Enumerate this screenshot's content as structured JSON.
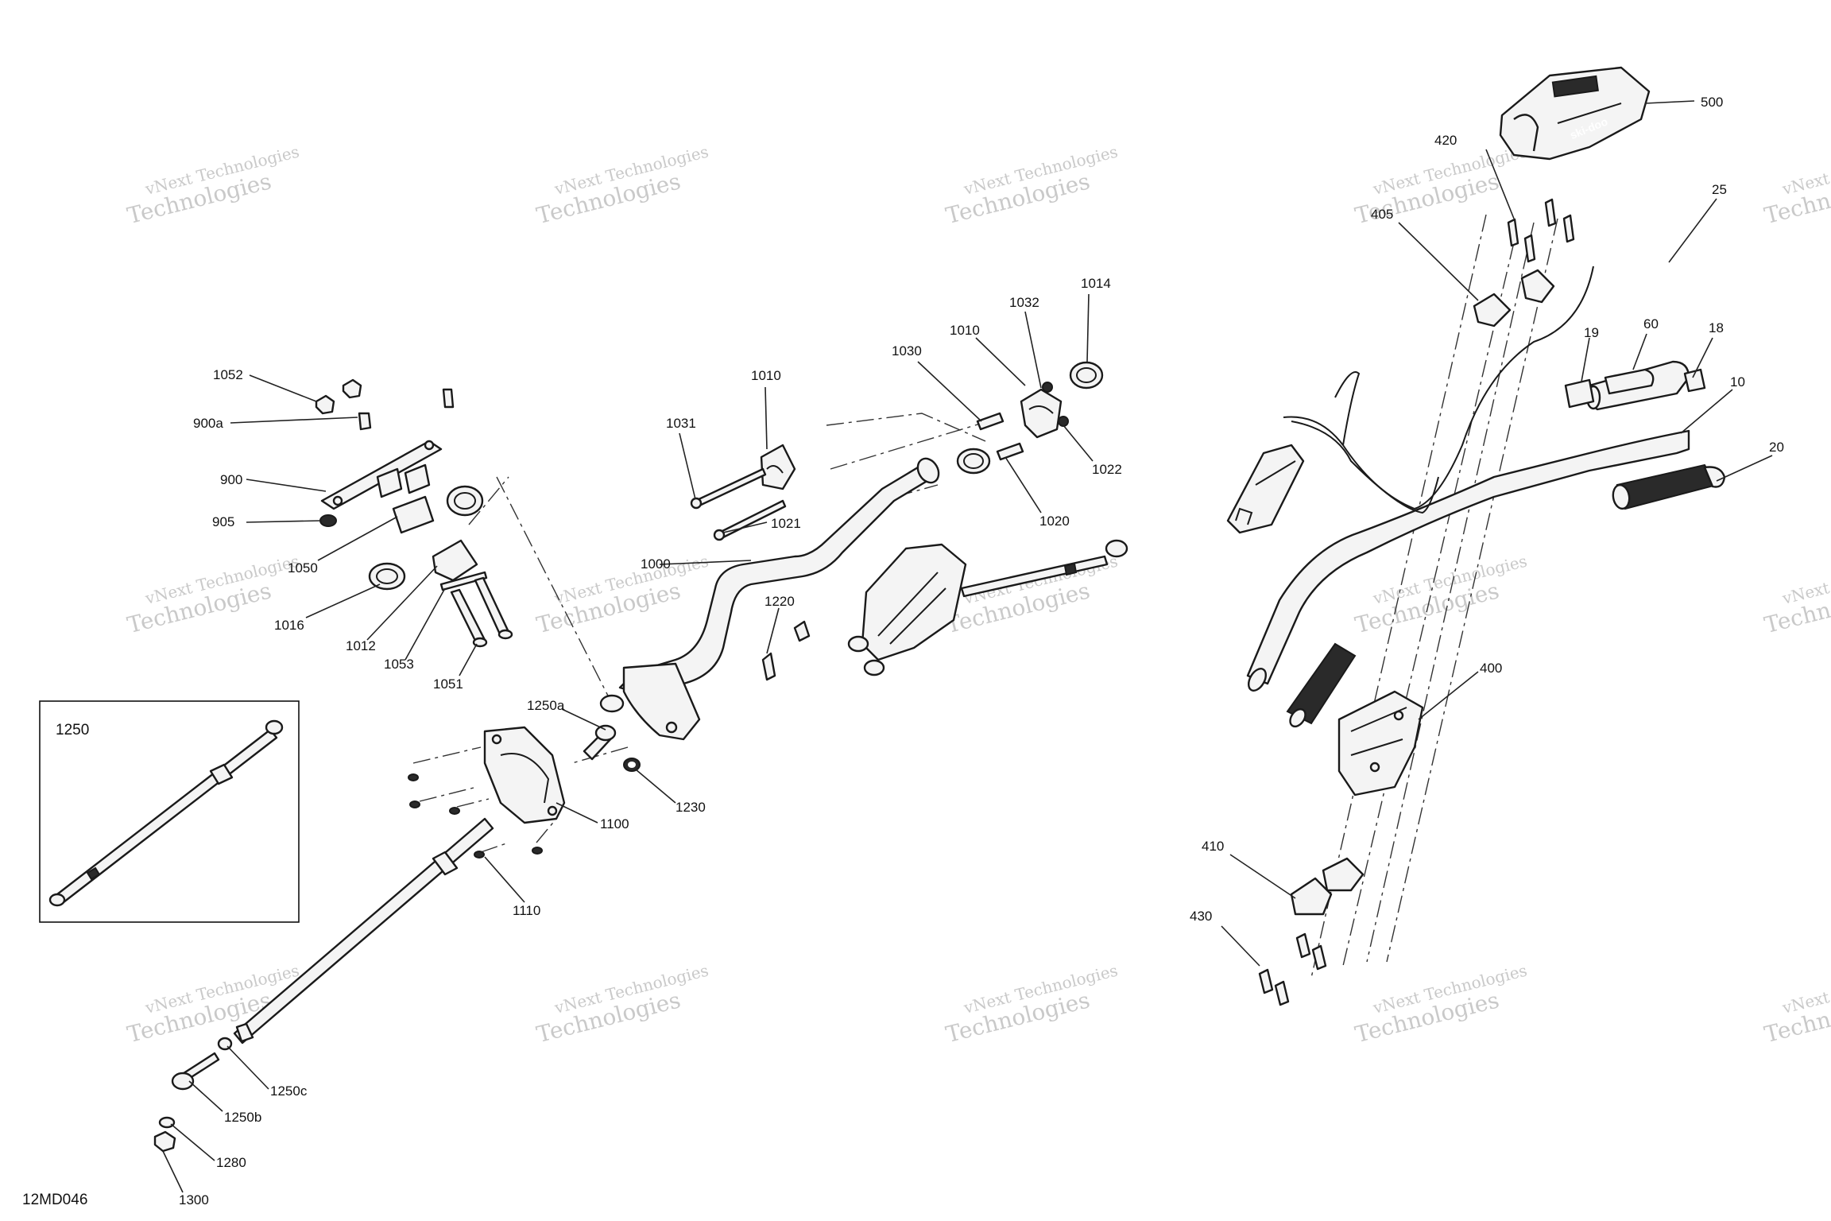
{
  "diagram": {
    "code": "12MD046",
    "inset_title": "1250",
    "watermark_line1": "vNext Technologies",
    "watermark_line2": "Technologies",
    "labels": {
      "l500": "500",
      "l420": "420",
      "l405": "405",
      "l25": "25",
      "l60": "60",
      "l18": "18",
      "l19": "19",
      "l10": "10",
      "l20": "20",
      "l400": "400",
      "l410": "410",
      "l430": "430",
      "l1052": "1052",
      "l900a": "900a",
      "l900": "900",
      "l905": "905",
      "l1050": "1050",
      "l1016": "1016",
      "l1012": "1012",
      "l1053": "1053",
      "l1051": "1051",
      "l1031": "1031",
      "l1010a": "1010",
      "l1021": "1021",
      "l1000": "1000",
      "l1030": "1030",
      "l1010b": "1010",
      "l1032": "1032",
      "l1014": "1014",
      "l1022": "1022",
      "l1020": "1020",
      "l1220": "1220",
      "l1250a": "1250a",
      "l1230": "1230",
      "l1100": "1100",
      "l1110": "1110",
      "l1250c": "1250c",
      "l1250b": "1250b",
      "l1280": "1280",
      "l1300": "1300"
    }
  }
}
